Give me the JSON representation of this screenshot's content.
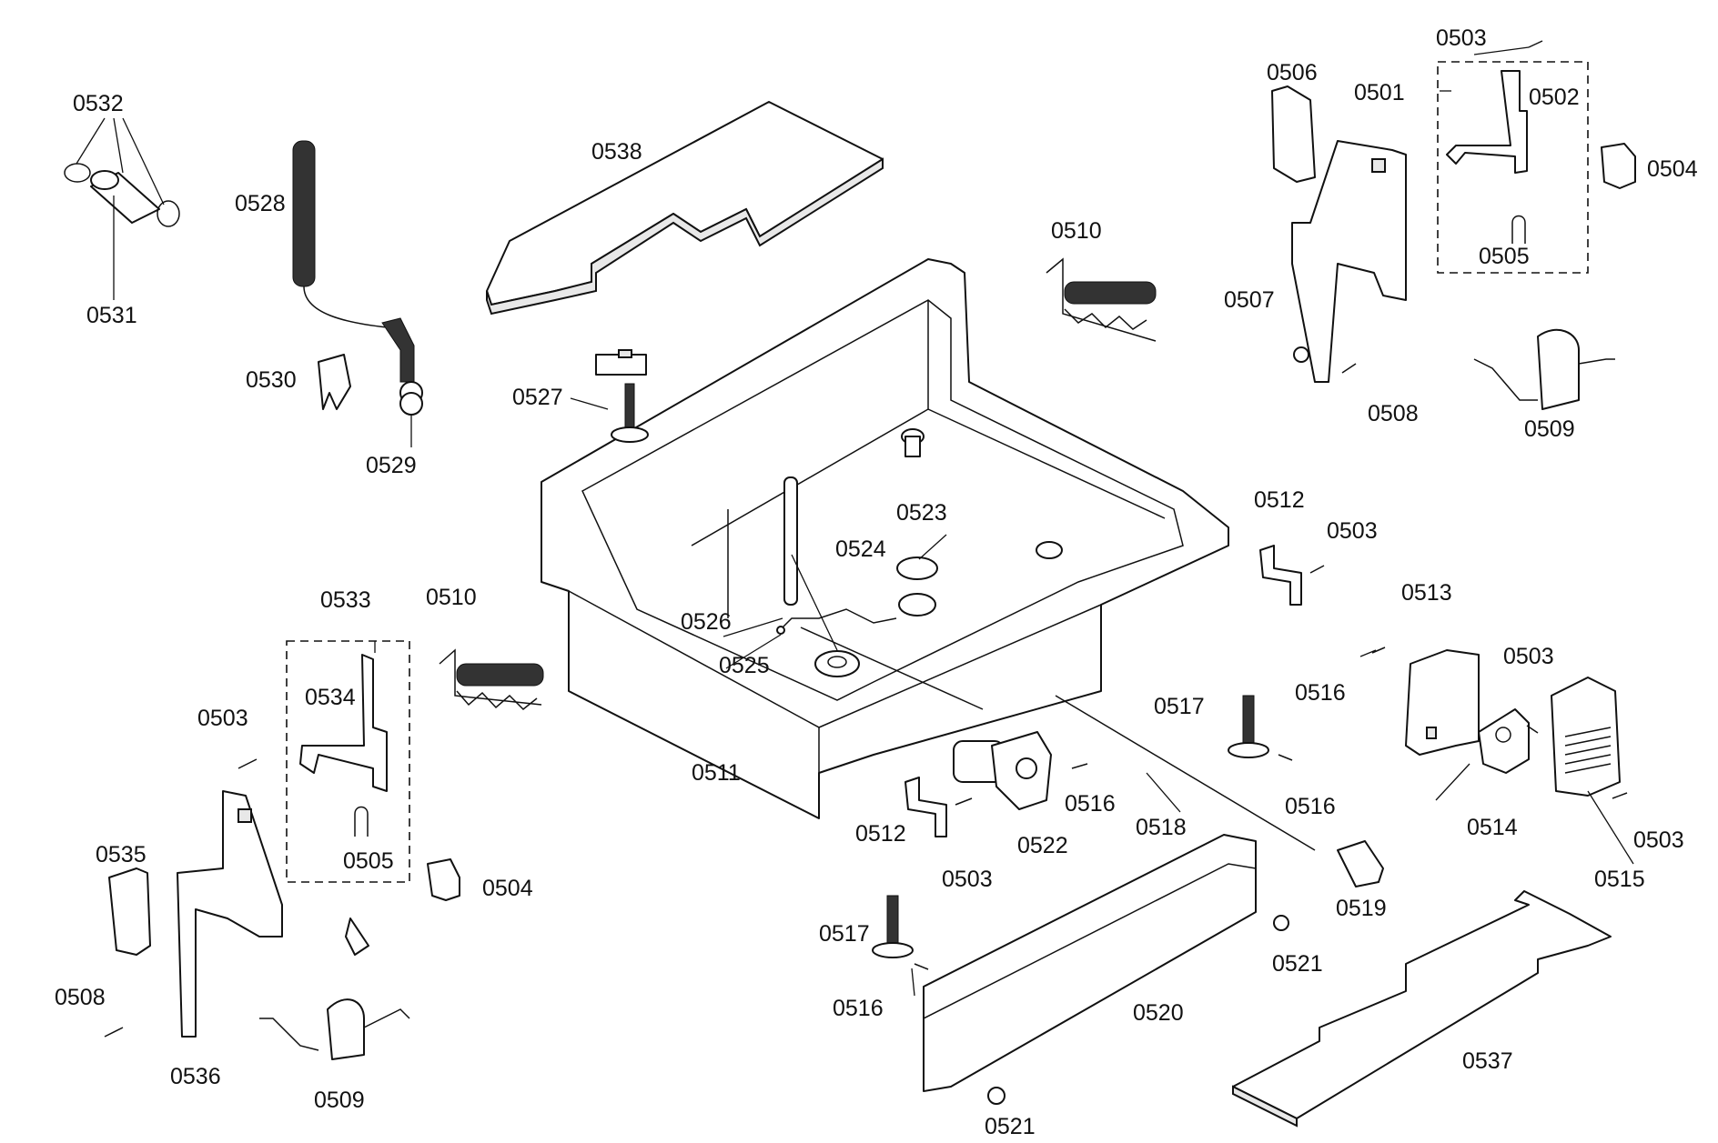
{
  "labels": {
    "p0501": "0501",
    "p0502": "0502",
    "p0503": "0503",
    "p0504": "0504",
    "p0505": "0505",
    "p0506": "0506",
    "p0507": "0507",
    "p0508": "0508",
    "p0509": "0509",
    "p0510": "0510",
    "p0511": "0511",
    "p0512": "0512",
    "p0513": "0513",
    "p0514": "0514",
    "p0515": "0515",
    "p0516": "0516",
    "p0517": "0517",
    "p0518": "0518",
    "p0519": "0519",
    "p0520": "0520",
    "p0521": "0521",
    "p0522": "0522",
    "p0523": "0523",
    "p0524": "0524",
    "p0525": "0525",
    "p0526": "0526",
    "p0527": "0527",
    "p0528": "0528",
    "p0529": "0529",
    "p0530": "0530",
    "p0531": "0531",
    "p0532": "0532",
    "p0533": "0533",
    "p0534": "0534",
    "p0535": "0535",
    "p0536": "0536",
    "p0537": "0537",
    "p0538": "0538"
  }
}
